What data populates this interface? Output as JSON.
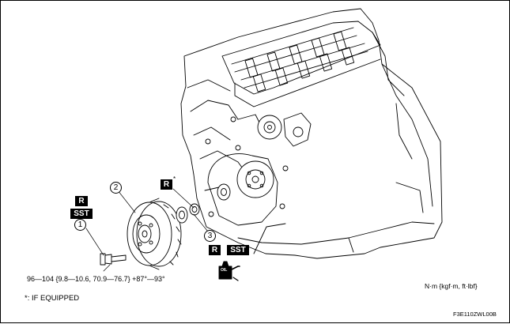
{
  "badges": {
    "r_bolt": "R",
    "sst_bolt": "SST",
    "r_seal": "R",
    "r_bottom": "R",
    "sst_bottom": "SST"
  },
  "callouts": {
    "c1": "1",
    "c2": "2",
    "c3": "3"
  },
  "torque_spec": "96—104 {9.8—10.6, 70.9—76.7} +87°—93°",
  "seal_asterisk": "*",
  "units_label": "N·m {kgf·m, ft·lbf}",
  "footnote": "*: IF EQUIPPED",
  "figure_code": "F3E110ZWL00B",
  "oil_can_label": "OIL",
  "colors": {
    "ink": "#000000",
    "paper": "#ffffff"
  }
}
